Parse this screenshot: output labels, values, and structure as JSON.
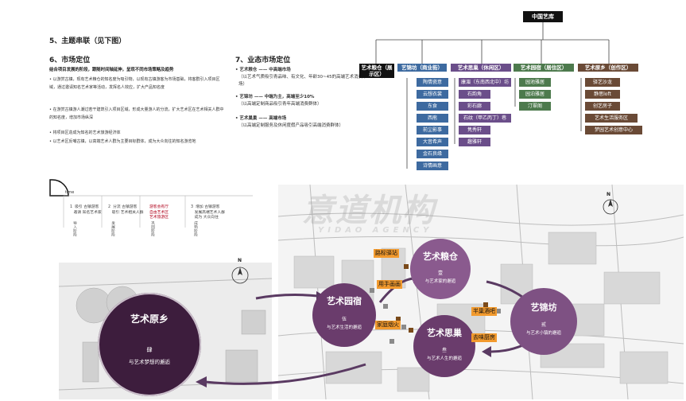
{
  "sections": {
    "theme_heading": "5、主题串联（见下图）",
    "market_heading": "6、市场定位",
    "market_lead": "结合项目发展的阶段，跟随时间轴延伸，呈现不同市场策略及趋势",
    "market_points": [
      "• 以游赏古镇，现有艺术粮仓的知名度为吸引物，以现有古镇游客为市场基础，将客群引入项目区域，通过邀请知名艺术家等活动，发挥名人效应，扩大产品知名度",
      "• 在游赏古镇游人潮过若干建筑引入项目区域，形成大量游人的分流，扩大艺术区在艺术相关人群中的知名度，增加市场纵深",
      "• 将项目区造成为知名的艺术旅游经济体",
      "• 以艺术区反哺古镇，以高端艺术人群为主要目标群体，成为大众向往的知名游览地"
    ],
    "business_heading": "7、业态市场定位",
    "business_points": [
      {
        "title": "• 艺术粮仓 —— 中高端市场",
        "desc": "（以艺术气质吸引青品味、有文化、年龄30~45的高端艺术消费市场）"
      },
      {
        "title": "• 艺锦坊 —— 中端为主，高端至少10%",
        "desc": "（以高端定制商品吸引青年高端消费群体）"
      },
      {
        "title": "• 艺术巢巢 —— 高端市场",
        "desc": "（以高端定制服务及休闲度假产品吸引高端消费群体）"
      }
    ]
  },
  "tree": {
    "root": "中国艺库",
    "branches": [
      {
        "label": "艺术粮仓（展示区）",
        "color": "#111111",
        "leaves": []
      },
      {
        "label": "艺锦坊（商业街）",
        "color": "#3d6aa0",
        "leaves": [
          "陶情瓷意",
          "云想衣裳",
          "东食",
          "西庖",
          "前尘影事",
          "大音希声",
          "金石良缘",
          "诗情画意"
        ]
      },
      {
        "label": "艺术思巢（休闲区）",
        "color": "#6b4e8a",
        "leaves": [
          "康湄（东南西北中）坊",
          "石韵角",
          "彩石廊",
          "石纹（甲乙丙丁）巷",
          "隽秀轩",
          "趣雅轩"
        ]
      },
      {
        "label": "艺术园宿（居住区）",
        "color": "#4d7a4d",
        "leaves": [
          "园池雅居",
          "园泊雅居",
          "汀翠阁"
        ]
      },
      {
        "label": "艺术原乡（创作区）",
        "color": "#6a4a36",
        "leaves": [
          "驿艺沙龙",
          "静思loft",
          "创艺房子",
          "艺术生活服务区",
          "梦园艺术创意中心"
        ]
      }
    ]
  },
  "timeline": {
    "time_label": "time",
    "stages": [
      {
        "text": "1  吸引 古镇游客\n   邀请 知名艺术家",
        "label": "导入阶段"
      },
      {
        "text": "2  分流 古镇游客\n   吸引 艺术相关人群",
        "label": "发展阶段"
      },
      {
        "text": "游客会有厅\n自由艺术区\n艺术旅游区",
        "label": "巩固阶段"
      },
      {
        "text": "3  增加 古镇游客\n   发展高端艺术人群\n   成为 大众向往",
        "label": "成熟阶段"
      }
    ]
  },
  "watermark": {
    "cn": "意道机构",
    "en": "YIDAO AGENCY"
  },
  "zones": [
    {
      "id": "yuanxiang",
      "title": "艺术原乡",
      "num": "肆",
      "sub": "与艺术梦想的邂逅",
      "color": "#3d1d3d"
    },
    {
      "id": "yuansu",
      "title": "艺术园宿",
      "num": "伍",
      "sub": "与艺术生活的邂逅",
      "color": "#6a3c6c"
    },
    {
      "id": "liangcang",
      "title": "艺术粮仓",
      "num": "壹",
      "sub": "与艺术家的邂逅",
      "color": "#8a5a8e"
    },
    {
      "id": "sichao",
      "title": "艺术思巢",
      "num": "叁",
      "sub": "与艺术人生的邂逅",
      "color": "#6a3c6c"
    },
    {
      "id": "jinfang",
      "title": "艺锦坊",
      "num": "贰",
      "sub": "与艺术小镇的邂逅",
      "color": "#7e5183"
    }
  ],
  "map_tags": [
    "路标驿站",
    "用手画画",
    "家庭烟火",
    "半巢酒吧",
    "去味厨房"
  ],
  "compass": "N",
  "colors": {
    "accent_orange": "#f29a2e",
    "arrow": "#5a3a62"
  }
}
